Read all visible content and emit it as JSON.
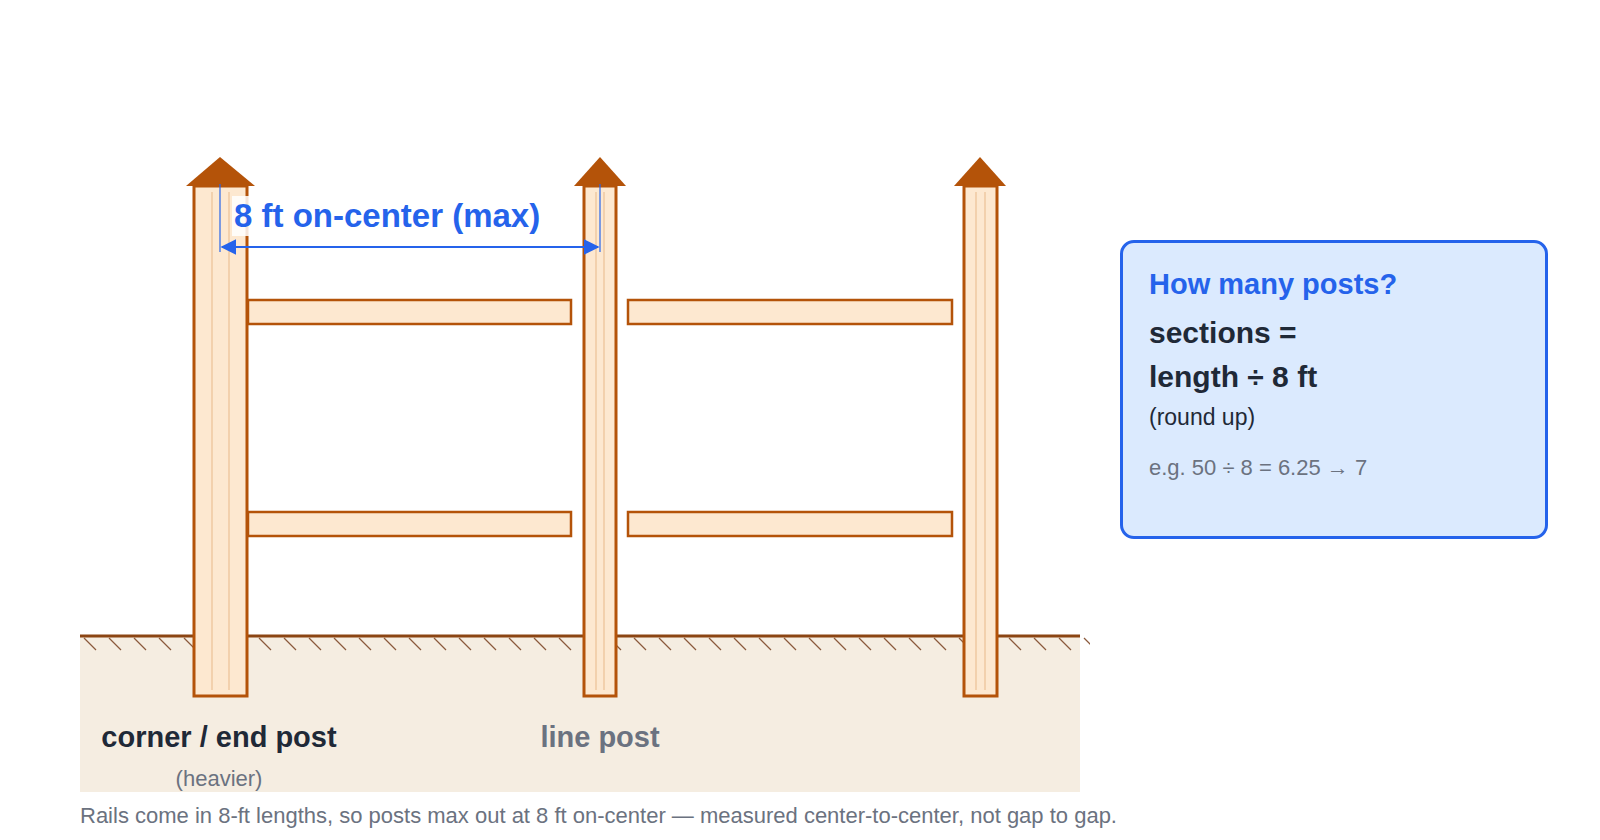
{
  "diagram": {
    "caption": "Rails come in 8-ft lengths, so posts max out at 8 ft on-center — measured center-to-center, not gap to gap.",
    "nodes": [
      {
        "text": [
          "How many posts?",
          "sections = length ÷ 8 ft",
          "(round up)",
          "e.g. 50 ÷ 8 = 6.25 → 7"
        ]
      }
    ],
    "labels": [
      "8 ft on-center (max)",
      "corner / end post",
      "(heavier)",
      "line post"
    ]
  }
}
